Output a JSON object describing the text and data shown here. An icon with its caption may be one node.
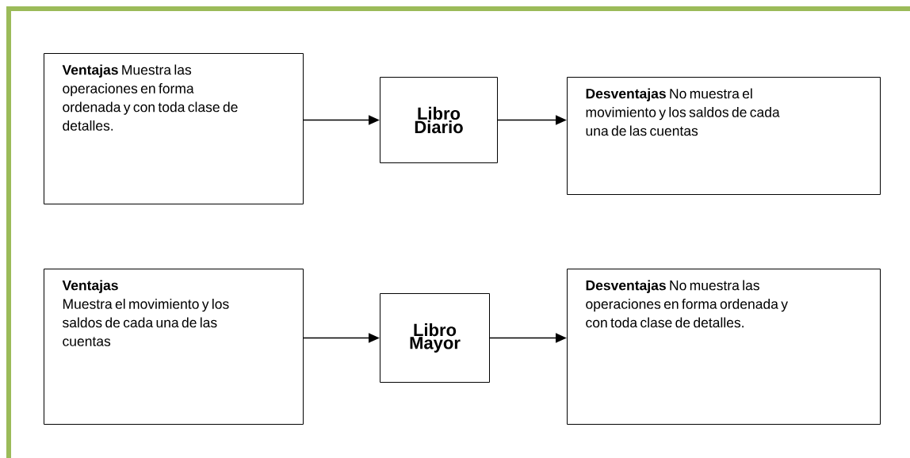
{
  "diagram": {
    "nodes": [
      {
        "text": [
          "**Ventajas** Muestra las operaciones en forma ordenada y con toda clase de detalles."
        ]
      },
      {
        "text": [
          "Libro Diario"
        ]
      },
      {
        "text": [
          "**Desventajas** No muestra el movimiento y los saldos de cada una de las cuentas"
        ]
      },
      {
        "text": [
          "Ventajas",
          "Muestra el movimiento y los saldos de cada una de las cuentas"
        ]
      },
      {
        "text": [
          "Libro Mayor"
        ]
      },
      {
        "text": [
          "**Desventajas** No muestra las operaciones en forma ordenada y con toda clase de detalles."
        ]
      }
    ],
    "edges": [
      {
        "from": 0,
        "to": 1,
        "arrow": "to"
      },
      {
        "from": 1,
        "to": 2,
        "arrow": "to"
      },
      {
        "from": 3,
        "to": 4,
        "arrow": "to"
      },
      {
        "from": 4,
        "to": 5,
        "arrow": "to"
      }
    ]
  }
}
